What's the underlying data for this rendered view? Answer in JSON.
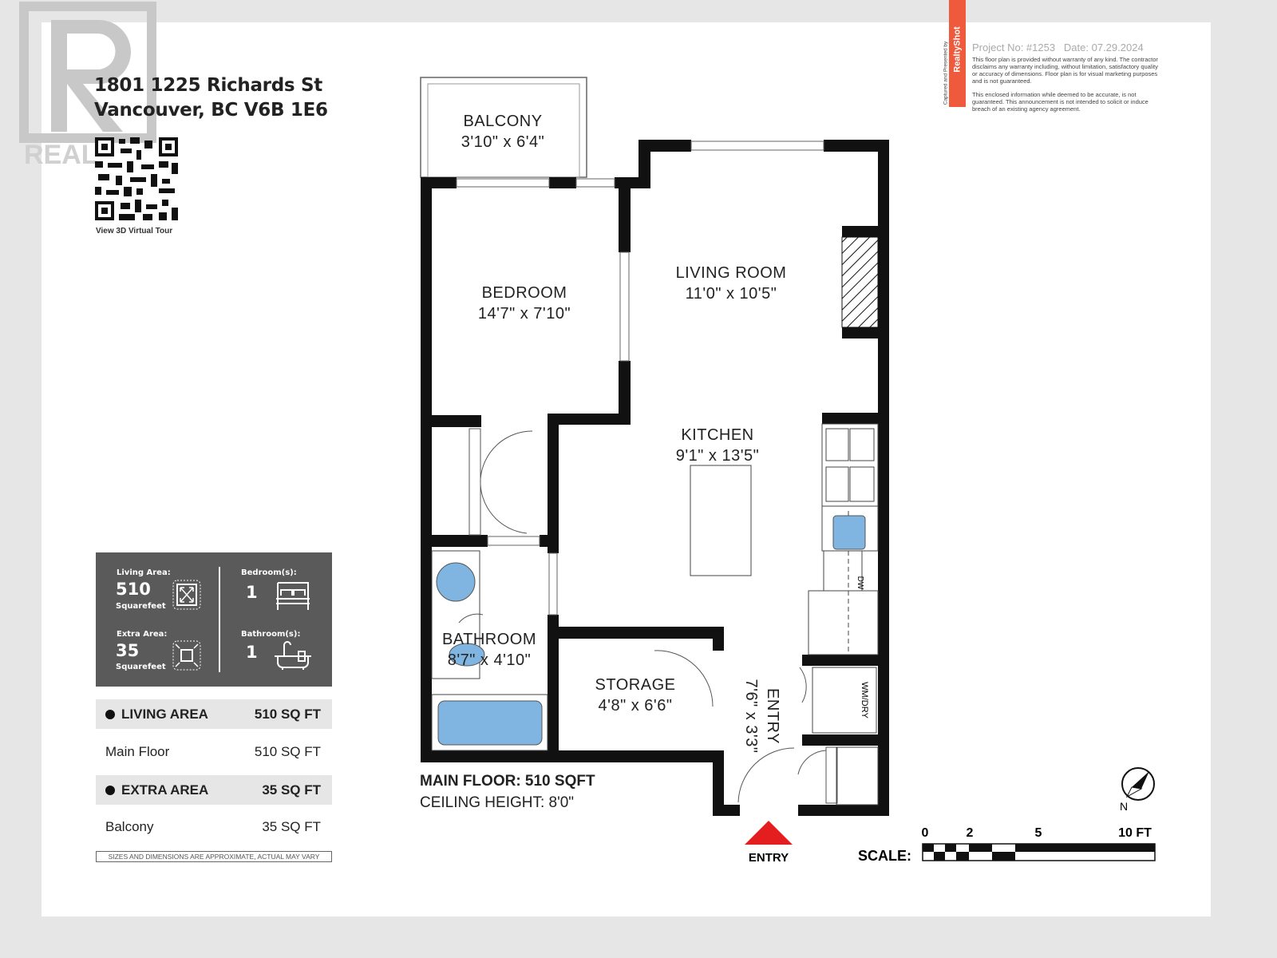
{
  "watermark": {
    "logo_text": "REALTOR"
  },
  "address": {
    "line1": "1801 1225 Richards St",
    "line2": "Vancouver, BC V6B 1E6"
  },
  "qr": {
    "caption": "View 3D Virtual Tour"
  },
  "stats": {
    "living_label": "Living Area:",
    "living_value": "510",
    "living_unit": "Squarefeet",
    "extra_label": "Extra Area:",
    "extra_value": "35",
    "extra_unit": "Squarefeet",
    "bedroom_label": "Bedroom(s):",
    "bedroom_value": "1",
    "bathroom_label": "Bathroom(s):",
    "bathroom_value": "1"
  },
  "areas": [
    {
      "label": "LIVING AREA",
      "value": "510 SQ FT"
    },
    {
      "label": "Main Floor",
      "value": "510 SQ FT"
    },
    {
      "label": "EXTRA AREA",
      "value": "35 SQ FT"
    },
    {
      "label": "Balcony",
      "value": "35 SQ FT"
    }
  ],
  "disclaimer": "SIZES AND DIMENSIONS ARE APPROXIMATE, ACTUAL MAY VARY",
  "notice": {
    "brand": "RealtyShot",
    "captured": "Captured and Presented by",
    "project": "Project No: #1253",
    "date": "Date: 07.29.2024",
    "para1": "This floor plan is provided without warranty of any kind. The contractor disclaims any warranty including, without limitation, satisfactory quality or accuracy of dimensions. Floor plan is for visual marketing purposes and is not guaranteed.",
    "para2": "This enclosed information while deemed to be accurate, is not guaranteed. This announcement is not intended to solicit or induce breach of an existing agency agreement."
  },
  "rooms": {
    "balcony": {
      "name": "BALCONY",
      "dims": "3'10\" x 6'4\""
    },
    "bedroom": {
      "name": "BEDROOM",
      "dims": "14'7\" x 7'10\""
    },
    "living": {
      "name": "LIVING ROOM",
      "dims": "11'0\" x 10'5\""
    },
    "kitchen": {
      "name": "KITCHEN",
      "dims": "9'1\" x 13'5\""
    },
    "bathroom": {
      "name": "BATHROOM",
      "dims": "8'7\" x 4'10\""
    },
    "storage": {
      "name": "STORAGE",
      "dims": "4'8\" x 6'6\""
    },
    "entry": {
      "name": "ENTRY",
      "dims": "7'6\" x 3'3\""
    }
  },
  "fixtures": {
    "dw": "DW",
    "wmdry": "WM/DRY"
  },
  "floor": {
    "title": "MAIN FLOOR: 510 SQFT",
    "ceiling": "CEILING HEIGHT: 8'0\""
  },
  "entry_marker": "ENTRY",
  "north": "N",
  "scale": {
    "label": "SCALE:",
    "ticks": [
      "0",
      "2",
      "5",
      "10 FT"
    ]
  },
  "colors": {
    "wall": "#111111",
    "fixture_blue": "#7fb5e0",
    "brand": "#ef5a3c",
    "entry_arrow": "#e41e1e",
    "panel": "#5a5a5a"
  }
}
